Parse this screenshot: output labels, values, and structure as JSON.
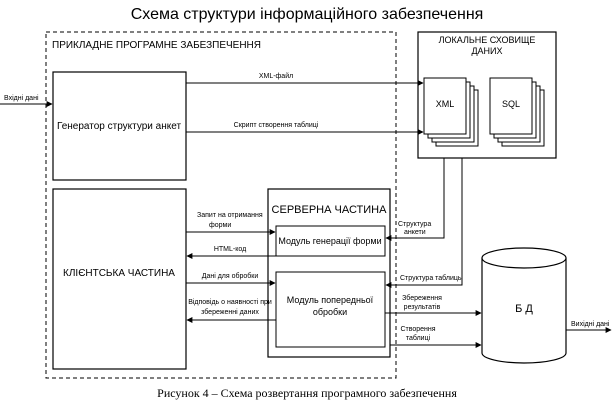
{
  "title": "Схема структури інформаційного забезпечення",
  "caption": "Рисунок 4 – Схема розвертання програмного забезпечення",
  "applied_sw": {
    "label": "ПРИКЛАДНЕ ПРОГРАМНЕ ЗАБЕЗПЕЧЕННЯ"
  },
  "generator": {
    "label": "Генератор структури анкет"
  },
  "client": {
    "label": "КЛІЄНТСЬКА ЧАСТИНА"
  },
  "server": {
    "label": "СЕРВЕРНА ЧАСТИНА",
    "form_module": "Модуль генерації форми",
    "proc_line1": "Модуль попередньої",
    "proc_line2": "обробки"
  },
  "storage": {
    "line1": "ЛОКАЛЬНЕ СХОВИЩЕ",
    "line2": "ДАНИХ",
    "xml": "XML",
    "sql": "SQL"
  },
  "db": {
    "label": "Б Д"
  },
  "arrows": {
    "input": "Вхідні дані",
    "output": "Вихідні дані",
    "xml_file": "XML-файл",
    "sql_script": "Скрипт створення таблиці",
    "form_req1": "Запит на отримання",
    "form_req2": "форми",
    "html_code": "HTML-код",
    "data_proc": "Дані для обробки",
    "resp1": "Відповідь о наявності при",
    "resp2": "збереженні даних",
    "struct1": "Структура",
    "struct2": "анкети",
    "struct_tables": "Структура таблиць",
    "save1": "Збереження",
    "save2": "результатів",
    "create1": "Створення",
    "create2": "таблиці"
  }
}
